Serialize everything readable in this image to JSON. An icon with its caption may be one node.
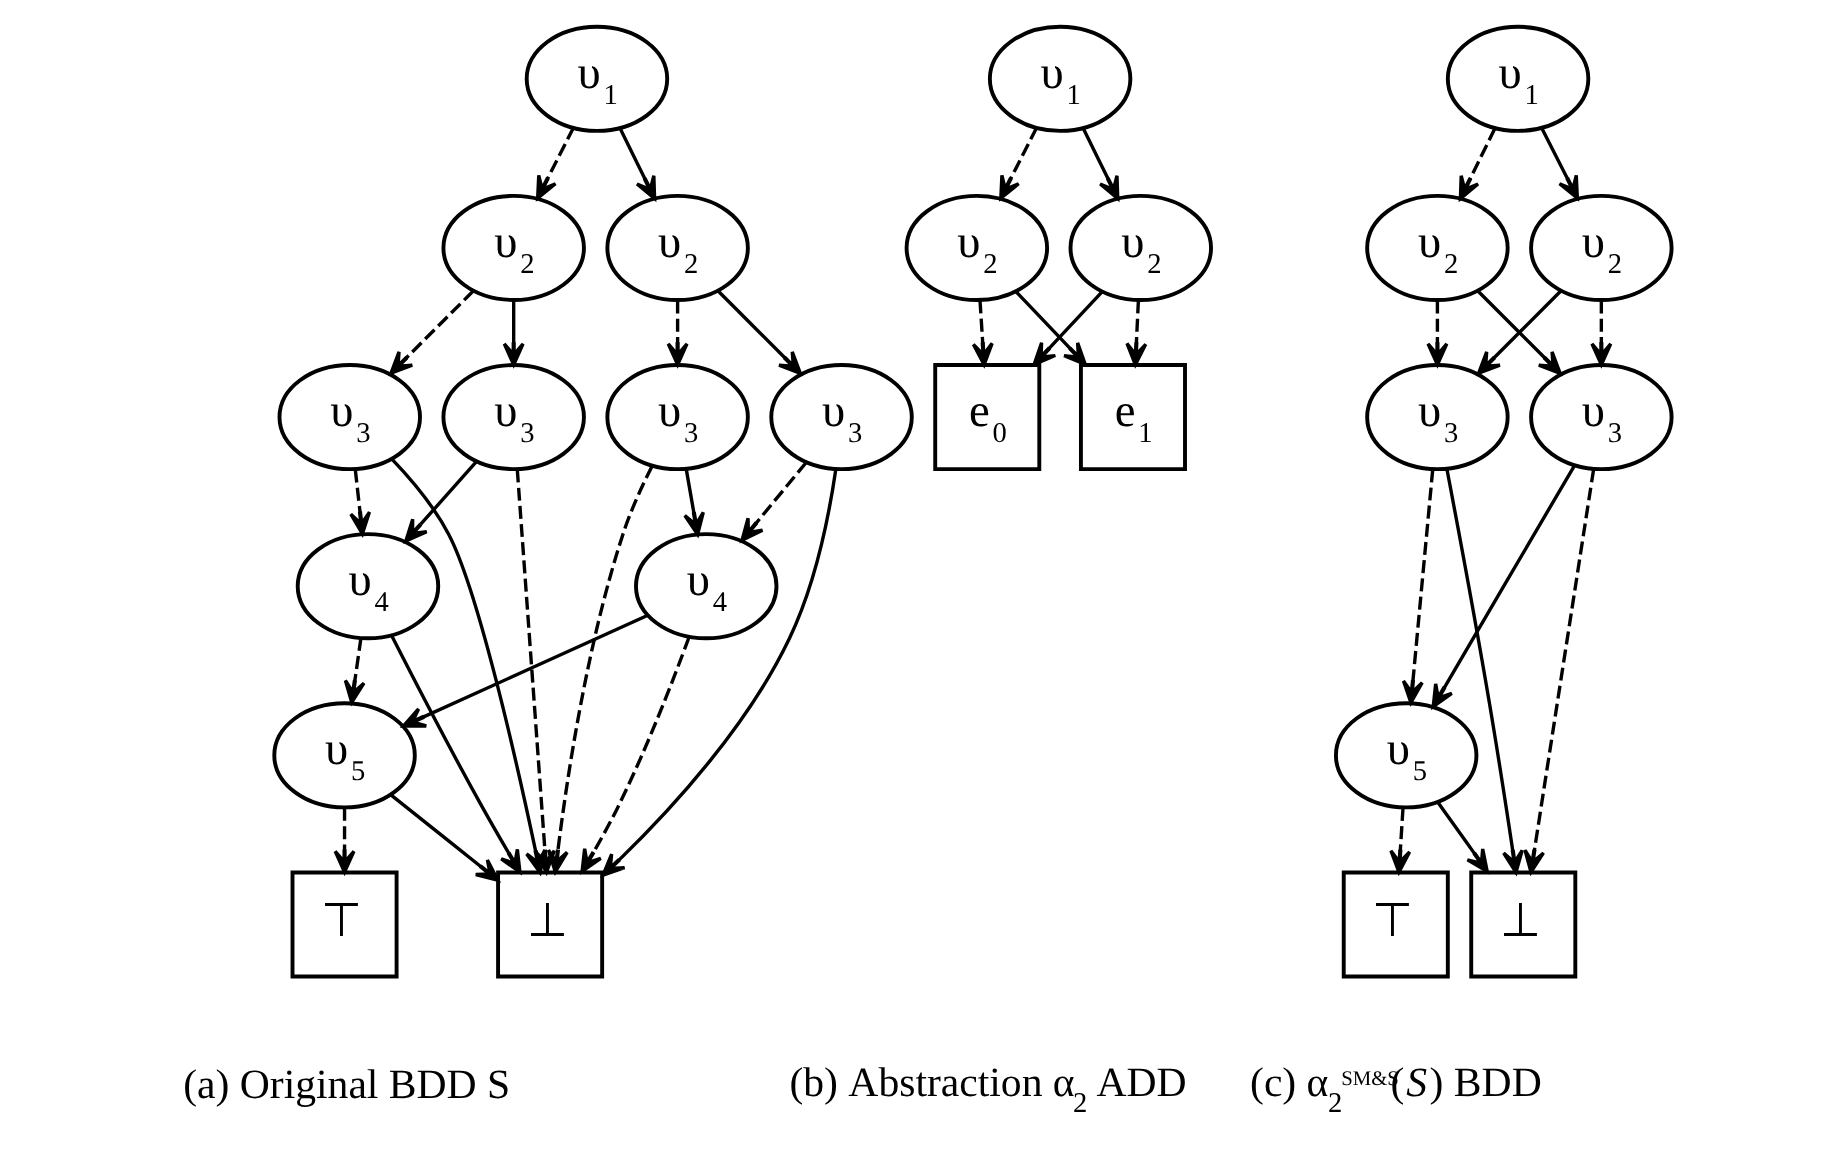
{
  "diagram": {
    "nodes": [
      {
        "text": [
          "υ$_{1}$"
        ]
      },
      {
        "text": [
          "υ$_{2}$"
        ]
      },
      {
        "text": [
          "υ$_{2}$"
        ]
      },
      {
        "text": [
          "υ$_{3}$"
        ]
      },
      {
        "text": [
          "υ$_{3}$"
        ]
      },
      {
        "text": [
          "υ$_{3}$"
        ]
      },
      {
        "text": [
          "υ$_{3}$"
        ]
      },
      {
        "text": [
          "υ$_{4}$"
        ]
      },
      {
        "text": [
          "υ$_{4}$"
        ]
      },
      {
        "text": [
          "υ$_{5}$"
        ]
      },
      {
        "text": [
          "⊤"
        ]
      },
      {
        "text": [
          "⊥"
        ]
      },
      {
        "text": [
          "υ$_{1}$"
        ]
      },
      {
        "text": [
          "υ$_{2}$"
        ]
      },
      {
        "text": [
          "υ$_{2}$"
        ]
      },
      {
        "text": [
          "e$_{0}$"
        ]
      },
      {
        "text": [
          "e$_{1}$"
        ]
      },
      {
        "text": [
          "υ$_{1}$"
        ]
      },
      {
        "text": [
          "υ$_{2}$"
        ]
      },
      {
        "text": [
          "υ$_{2}$"
        ]
      },
      {
        "text": [
          "υ$_{3}$"
        ]
      },
      {
        "text": [
          "υ$_{3}$"
        ]
      },
      {
        "text": [
          "υ$_{5}$"
        ]
      },
      {
        "text": [
          "⊤"
        ]
      },
      {
        "text": [
          "⊥"
        ]
      }
    ],
    "edges": [
      {
        "from": 0,
        "to": 1,
        "arrow": "to",
        "style": "dashed"
      },
      {
        "from": 0,
        "to": 2,
        "arrow": "to"
      },
      {
        "from": 1,
        "to": 3,
        "arrow": "to",
        "style": "dashed"
      },
      {
        "from": 1,
        "to": 4,
        "arrow": "to"
      },
      {
        "from": 2,
        "to": 5,
        "arrow": "to",
        "style": "dashed"
      },
      {
        "from": 2,
        "to": 6,
        "arrow": "to"
      },
      {
        "from": 3,
        "to": 7,
        "arrow": "to",
        "style": "dashed"
      },
      {
        "from": 3,
        "to": 11,
        "arrow": "to"
      },
      {
        "from": 4,
        "to": 7,
        "arrow": "to"
      },
      {
        "from": 4,
        "to": 11,
        "arrow": "to",
        "style": "dashed"
      },
      {
        "from": 5,
        "to": 11,
        "arrow": "to",
        "style": "dashed"
      },
      {
        "from": 5,
        "to": 8,
        "arrow": "to"
      },
      {
        "from": 6,
        "to": 8,
        "arrow": "to",
        "style": "dashed"
      },
      {
        "from": 6,
        "to": 11,
        "arrow": "to"
      },
      {
        "from": 7,
        "to": 9,
        "arrow": "to",
        "style": "dashed"
      },
      {
        "from": 7,
        "to": 11,
        "arrow": "to"
      },
      {
        "from": 8,
        "to": 9,
        "arrow": "to"
      },
      {
        "from": 8,
        "to": 11,
        "arrow": "to",
        "style": "dashed"
      },
      {
        "from": 9,
        "to": 10,
        "arrow": "to",
        "style": "dashed"
      },
      {
        "from": 9,
        "to": 11,
        "arrow": "to"
      },
      {
        "from": 12,
        "to": 13,
        "arrow": "to",
        "style": "dashed"
      },
      {
        "from": 12,
        "to": 14,
        "arrow": "to"
      },
      {
        "from": 13,
        "to": 15,
        "arrow": "to",
        "style": "dashed"
      },
      {
        "from": 13,
        "to": 16,
        "arrow": "to"
      },
      {
        "from": 14,
        "to": 15,
        "arrow": "to"
      },
      {
        "from": 14,
        "to": 16,
        "arrow": "to",
        "style": "dashed"
      },
      {
        "from": 17,
        "to": 18,
        "arrow": "to",
        "style": "dashed"
      },
      {
        "from": 17,
        "to": 19,
        "arrow": "to"
      },
      {
        "from": 18,
        "to": 20,
        "arrow": "to",
        "style": "dashed"
      },
      {
        "from": 18,
        "to": 21,
        "arrow": "to"
      },
      {
        "from": 19,
        "to": 20,
        "arrow": "to"
      },
      {
        "from": 19,
        "to": 21,
        "arrow": "to",
        "style": "dashed"
      },
      {
        "from": 20,
        "to": 22,
        "arrow": "to",
        "style": "dashed"
      },
      {
        "from": 20,
        "to": 24,
        "arrow": "to"
      },
      {
        "from": 21,
        "to": 22,
        "arrow": "to"
      },
      {
        "from": 21,
        "to": 24,
        "arrow": "to",
        "style": "dashed"
      },
      {
        "from": 22,
        "to": 23,
        "arrow": "to",
        "style": "dashed"
      },
      {
        "from": 22,
        "to": 24,
        "arrow": "to"
      }
    ],
    "labels": [
      "(a) Original BDD S",
      "(b) Abstraction α$_{2}$ ADD",
      "(c) α$_{2}$$^{SM&S}$(*S*) BDD"
    ]
  }
}
